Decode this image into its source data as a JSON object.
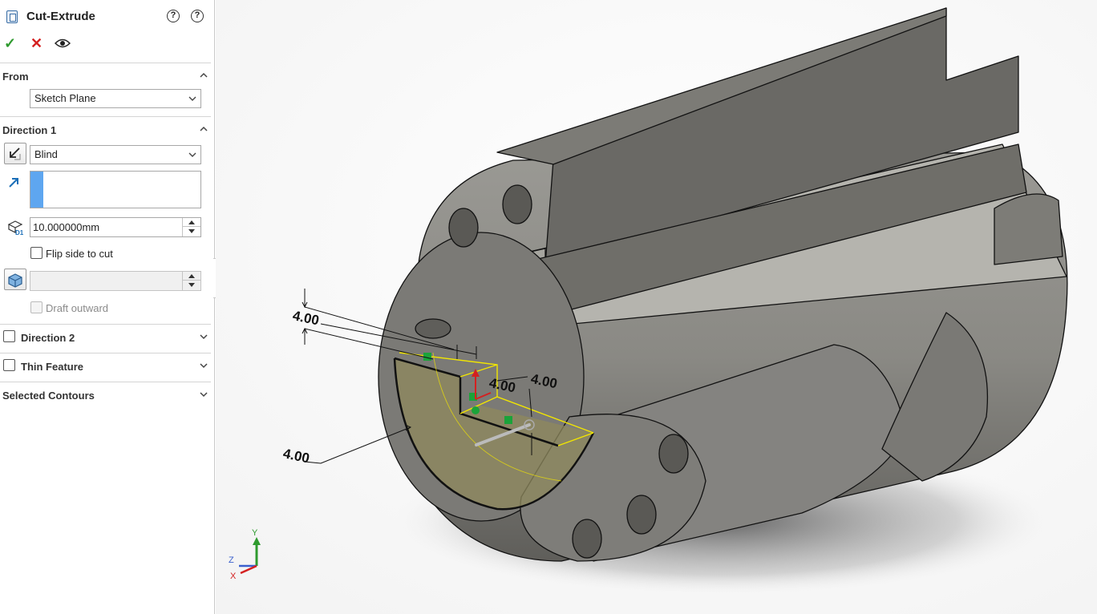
{
  "feature": {
    "title": "Cut-Extrude",
    "icons": {
      "feature": "cut-extrude-icon",
      "help": "help-icon",
      "detail_help": "detailed-help-icon"
    }
  },
  "actions": {
    "ok": "✓",
    "cancel": "✕",
    "preview": "eye-icon"
  },
  "from": {
    "label": "From",
    "value": "Sketch Plane"
  },
  "direction1": {
    "label": "Direction 1",
    "end_condition": "Blind",
    "depth": "10.000000mm",
    "flip_side_label": "Flip side to cut",
    "draft_label": "Draft outward"
  },
  "direction2": {
    "label": "Direction 2"
  },
  "thin_feature": {
    "label": "Thin Feature"
  },
  "selected_contours": {
    "label": "Selected Contours"
  },
  "dimensions": [
    "4.00",
    "4.00",
    "4.00",
    "4.00"
  ],
  "triad": {
    "y": "Y",
    "z": "Z",
    "x": "X"
  },
  "colors": {
    "accent_blue": "#5ea6f0",
    "ok_green": "#2e9a2e",
    "cancel_red": "#d42020",
    "sketch_yellow": "#f2e600",
    "model_gray": "#8a8984"
  }
}
